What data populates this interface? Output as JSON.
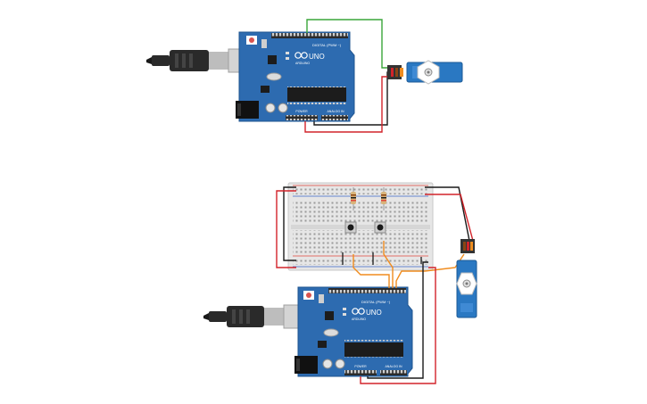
{
  "canvas": {
    "background": "#ffffff"
  },
  "colors": {
    "board": "#2d6bb0",
    "board_dark": "#1f548f",
    "header": "#2b2b2b",
    "chip": "#1c1c1c",
    "breadboard": "#e6e6e6",
    "rail_red": "#e0473b",
    "rail_blue": "#3a64c8",
    "wire_red": "#d2232a",
    "wire_black": "#1a1a1a",
    "wire_green": "#3aa63a",
    "wire_orange": "#f08c1e",
    "servo": "#2a78c2",
    "usb_metal": "#d0d0d0",
    "usb_body": "#2a2a2a"
  },
  "boards": {
    "top": {
      "brand": "ARDUINO",
      "model": "UNO",
      "digital_label": "DIGITAL (PWM ~)",
      "power_label": "POWER",
      "analog_label": "ANALOG IN",
      "icon": "infinity-logo-icon"
    },
    "bottom": {
      "brand": "ARDUINO",
      "model": "UNO",
      "digital_label": "DIGITAL (PWM ~)",
      "power_label": "POWER",
      "analog_label": "ANALOG IN",
      "icon": "infinity-logo-icon"
    }
  },
  "components": {
    "top_circuit": [
      "arduino-uno",
      "usb-cable",
      "servo-motor"
    ],
    "bottom_circuit": [
      "arduino-uno",
      "usb-cable",
      "breadboard",
      "resistor",
      "resistor",
      "pushbutton",
      "pushbutton",
      "servo-motor"
    ]
  }
}
